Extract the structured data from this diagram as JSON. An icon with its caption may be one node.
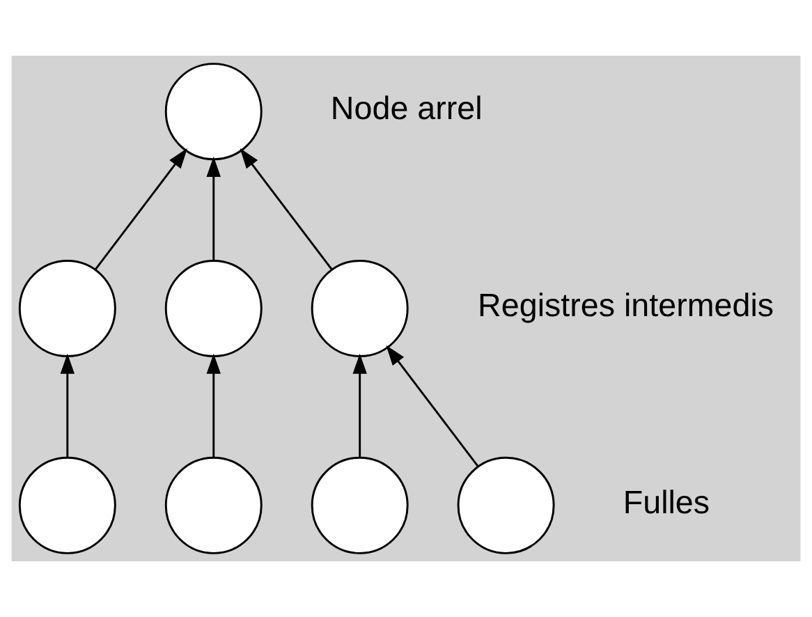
{
  "diagram": {
    "nodes": [
      {
        "text": [],
        "shape": "circle",
        "beside": [
          "Node arrel"
        ]
      },
      {
        "text": [],
        "shape": "circle"
      },
      {
        "text": [],
        "shape": "circle"
      },
      {
        "text": [],
        "shape": "circle",
        "beside": [
          "Registres intermedis"
        ]
      },
      {
        "text": [],
        "shape": "circle"
      },
      {
        "text": [],
        "shape": "circle"
      },
      {
        "text": [],
        "shape": "circle"
      },
      {
        "text": [],
        "shape": "circle",
        "beside": [
          "Fulles"
        ]
      }
    ],
    "edges": [
      {
        "from": 1,
        "to": 0,
        "arrow": "to"
      },
      {
        "from": 2,
        "to": 0,
        "arrow": "to"
      },
      {
        "from": 3,
        "to": 0,
        "arrow": "to"
      },
      {
        "from": 4,
        "to": 1,
        "arrow": "to"
      },
      {
        "from": 5,
        "to": 2,
        "arrow": "to"
      },
      {
        "from": 6,
        "to": 3,
        "arrow": "to"
      },
      {
        "from": 7,
        "to": 3,
        "arrow": "to"
      }
    ]
  }
}
